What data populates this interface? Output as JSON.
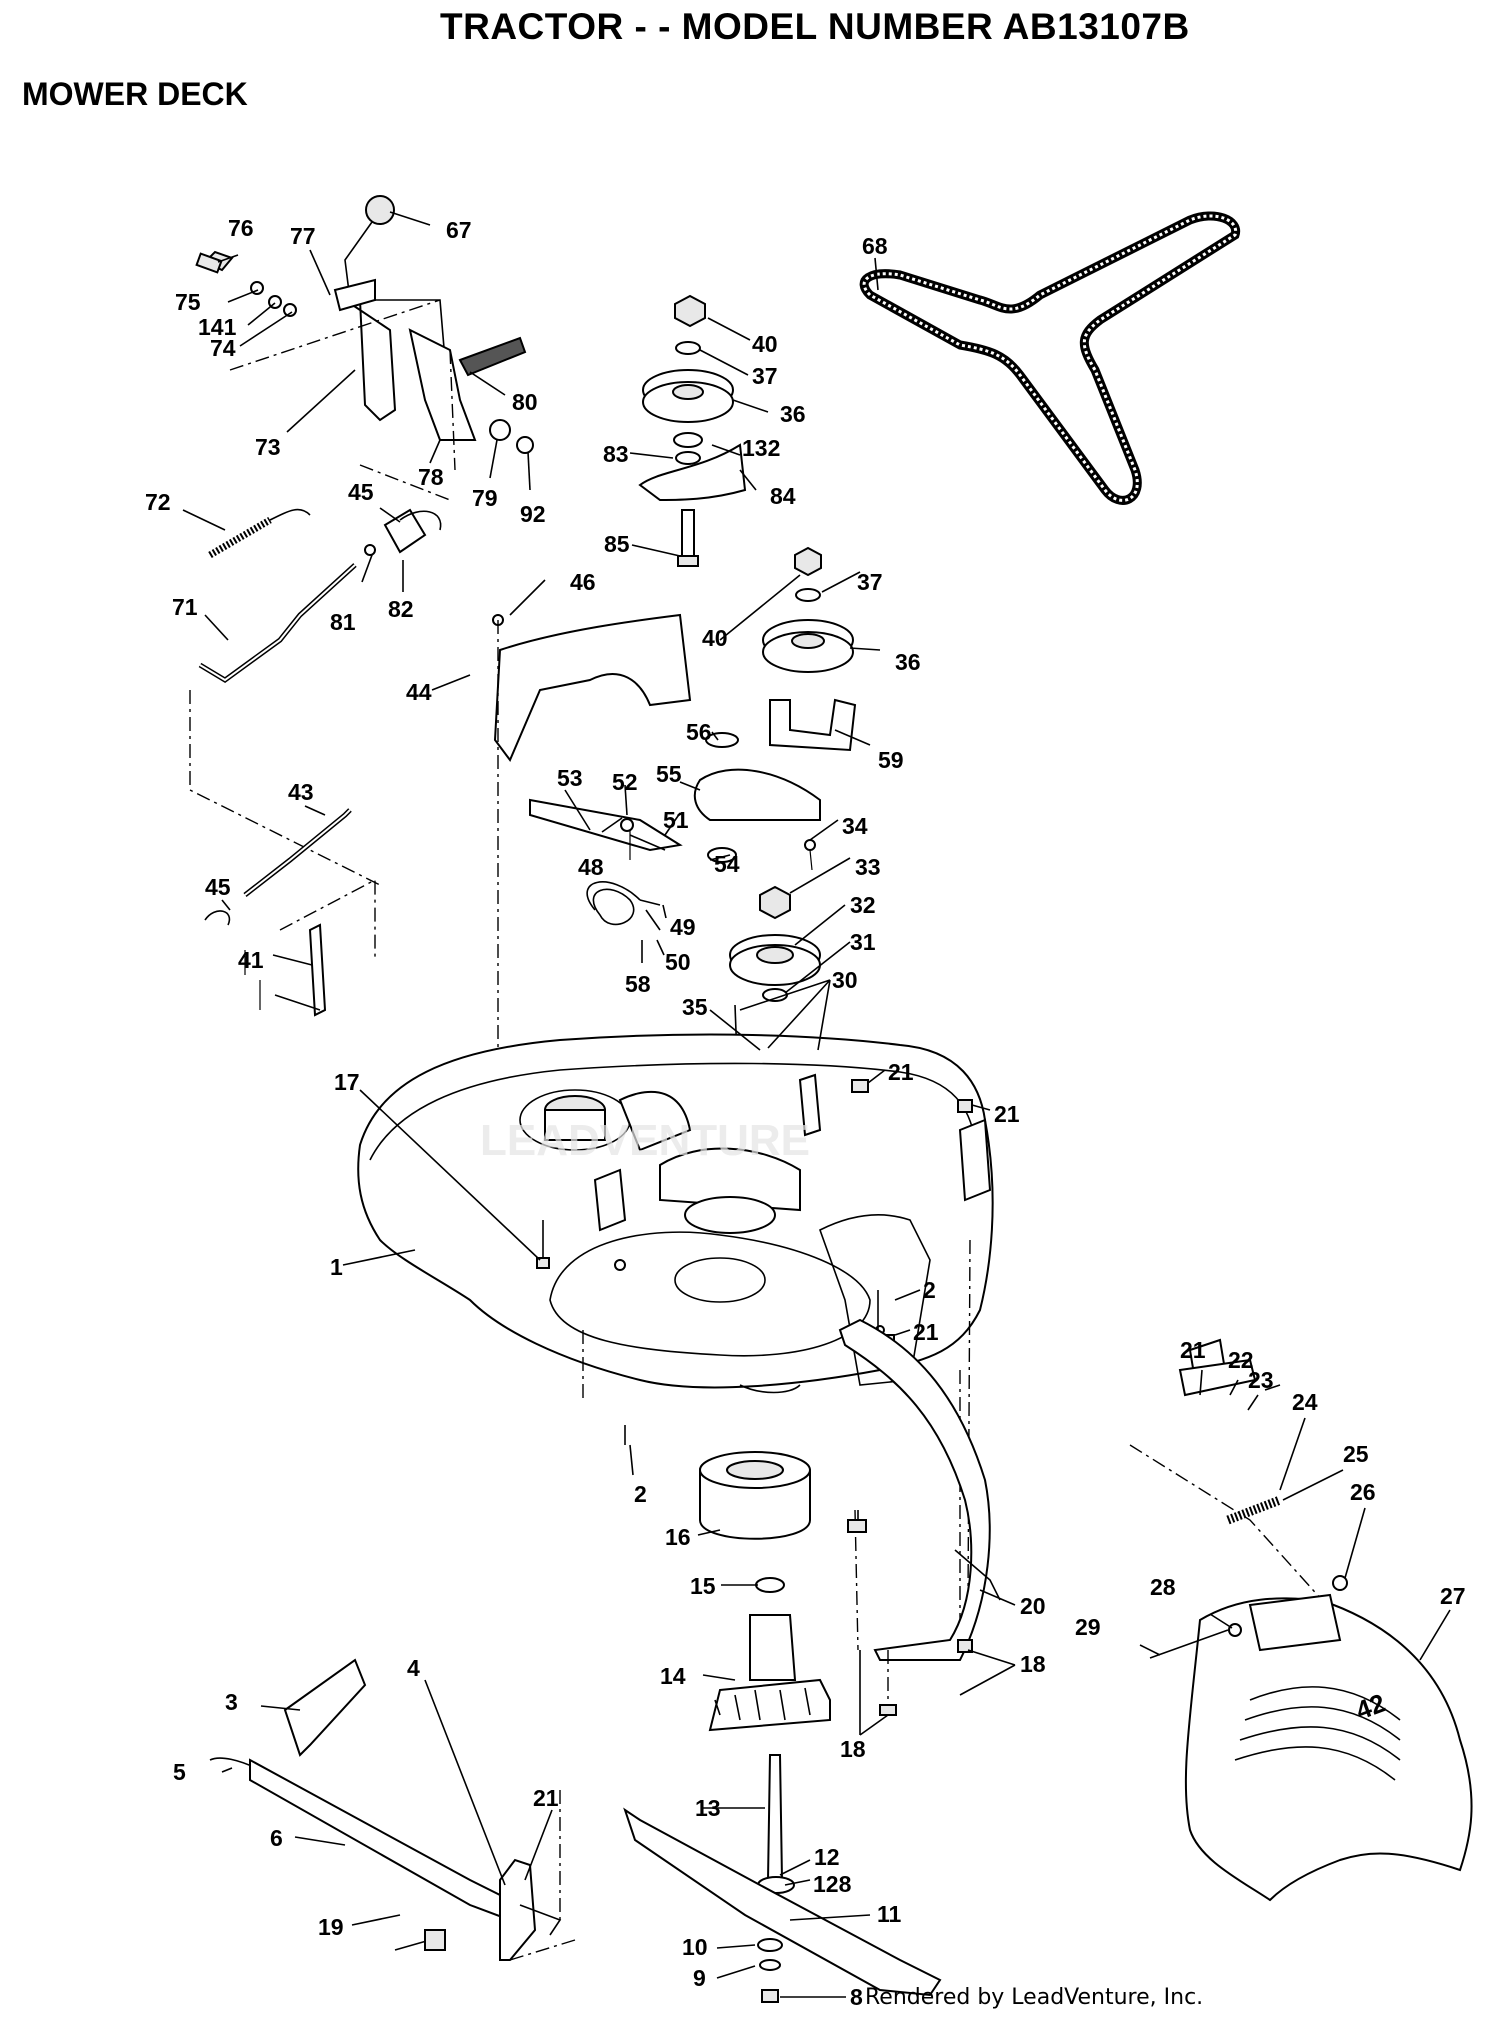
{
  "title": "TRACTOR - - MODEL NUMBER AB13107B",
  "subtitle": "MOWER DECK",
  "footer": "Rendered by LeadVenture, Inc.",
  "parts": [
    {
      "id": "p76",
      "label": "76"
    },
    {
      "id": "p77",
      "label": "77"
    },
    {
      "id": "p67",
      "label": "67"
    },
    {
      "id": "p75",
      "label": "75"
    },
    {
      "id": "p141",
      "label": "141"
    },
    {
      "id": "p74",
      "label": "74"
    },
    {
      "id": "p80",
      "label": "80"
    },
    {
      "id": "p73",
      "label": "73"
    },
    {
      "id": "p78",
      "label": "78"
    },
    {
      "id": "p79",
      "label": "79"
    },
    {
      "id": "p92",
      "label": "92"
    },
    {
      "id": "p72",
      "label": "72"
    },
    {
      "id": "p45a",
      "label": "45"
    },
    {
      "id": "p81",
      "label": "81"
    },
    {
      "id": "p82",
      "label": "82"
    },
    {
      "id": "p71",
      "label": "71"
    },
    {
      "id": "p40a",
      "label": "40"
    },
    {
      "id": "p37a",
      "label": "37"
    },
    {
      "id": "p36a",
      "label": "36"
    },
    {
      "id": "p83",
      "label": "83"
    },
    {
      "id": "p132",
      "label": "132"
    },
    {
      "id": "p84",
      "label": "84"
    },
    {
      "id": "p85",
      "label": "85"
    },
    {
      "id": "p68",
      "label": "68"
    },
    {
      "id": "p46",
      "label": "46"
    },
    {
      "id": "p37b",
      "label": "37"
    },
    {
      "id": "p40b",
      "label": "40"
    },
    {
      "id": "p36b",
      "label": "36"
    },
    {
      "id": "p44",
      "label": "44"
    },
    {
      "id": "p56",
      "label": "56"
    },
    {
      "id": "p59",
      "label": "59"
    },
    {
      "id": "p53",
      "label": "53"
    },
    {
      "id": "p52",
      "label": "52"
    },
    {
      "id": "p55",
      "label": "55"
    },
    {
      "id": "p43",
      "label": "43"
    },
    {
      "id": "p51",
      "label": "51"
    },
    {
      "id": "p34",
      "label": "34"
    },
    {
      "id": "p54",
      "label": "54"
    },
    {
      "id": "p48",
      "label": "48"
    },
    {
      "id": "p33",
      "label": "33"
    },
    {
      "id": "p45b",
      "label": "45"
    },
    {
      "id": "p32",
      "label": "32"
    },
    {
      "id": "p49",
      "label": "49"
    },
    {
      "id": "p31",
      "label": "31"
    },
    {
      "id": "p50",
      "label": "50"
    },
    {
      "id": "p41",
      "label": "41"
    },
    {
      "id": "p30",
      "label": "30"
    },
    {
      "id": "p35",
      "label": "35"
    },
    {
      "id": "p58",
      "label": "58"
    },
    {
      "id": "p17",
      "label": "17"
    },
    {
      "id": "p21a",
      "label": "21"
    },
    {
      "id": "p21b",
      "label": "21"
    },
    {
      "id": "p1",
      "label": "1"
    },
    {
      "id": "p2a",
      "label": "2"
    },
    {
      "id": "p21c",
      "label": "21"
    },
    {
      "id": "p21d",
      "label": "21"
    },
    {
      "id": "p22",
      "label": "22"
    },
    {
      "id": "p23",
      "label": "23"
    },
    {
      "id": "p24",
      "label": "24"
    },
    {
      "id": "p25",
      "label": "25"
    },
    {
      "id": "p2b",
      "label": "2"
    },
    {
      "id": "p26",
      "label": "26"
    },
    {
      "id": "p16",
      "label": "16"
    },
    {
      "id": "p15",
      "label": "15"
    },
    {
      "id": "p28",
      "label": "28"
    },
    {
      "id": "p27",
      "label": "27"
    },
    {
      "id": "p20",
      "label": "20"
    },
    {
      "id": "p29",
      "label": "29"
    },
    {
      "id": "p14",
      "label": "14"
    },
    {
      "id": "p18a",
      "label": "18"
    },
    {
      "id": "p18b",
      "label": "18"
    },
    {
      "id": "p3",
      "label": "3"
    },
    {
      "id": "p4",
      "label": "4"
    },
    {
      "id": "p5",
      "label": "5"
    },
    {
      "id": "p13",
      "label": "13"
    },
    {
      "id": "p21e",
      "label": "21"
    },
    {
      "id": "p6",
      "label": "6"
    },
    {
      "id": "p12",
      "label": "12"
    },
    {
      "id": "p128",
      "label": "128"
    },
    {
      "id": "p11",
      "label": "11"
    },
    {
      "id": "p19",
      "label": "19"
    },
    {
      "id": "p10",
      "label": "10"
    },
    {
      "id": "p9",
      "label": "9"
    },
    {
      "id": "p8",
      "label": "8"
    }
  ]
}
